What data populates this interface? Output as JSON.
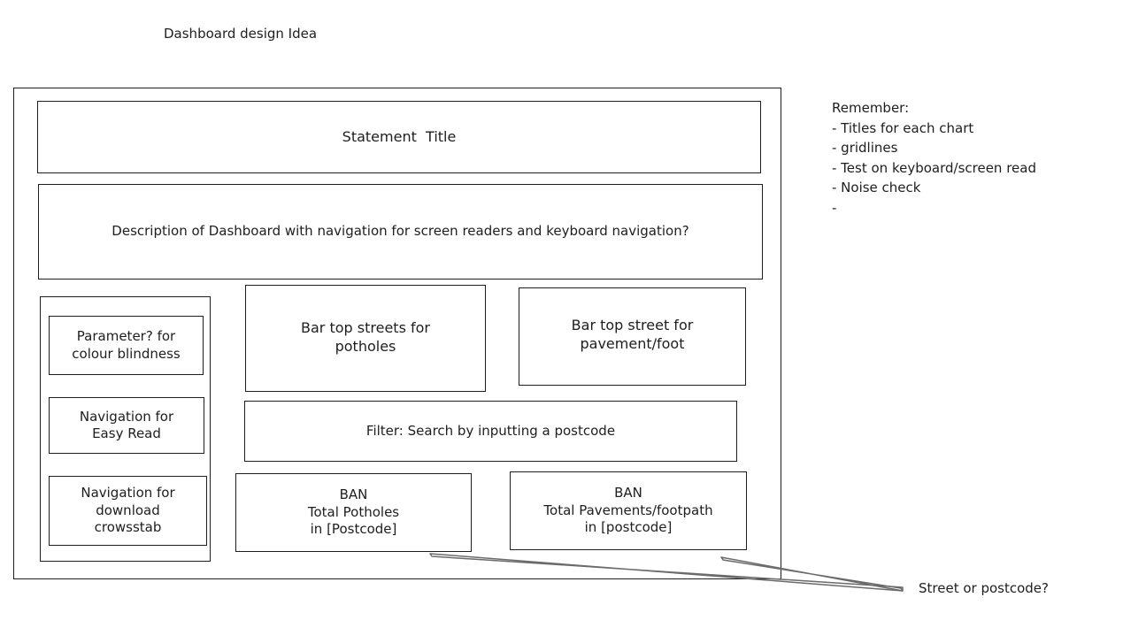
{
  "page_title": "Dashboard design Idea",
  "boxes": {
    "statement_title": "Statement  Title",
    "description": "Description of Dashboard with navigation for screen readers and keyboard navigation?",
    "parameter": [
      "Parameter? for",
      "colour blindness"
    ],
    "easy_read": [
      "Navigation for",
      "Easy Read"
    ],
    "download": [
      "Navigation for",
      "download",
      "crowsstab"
    ],
    "bar_potholes": [
      "Bar top streets for",
      "potholes"
    ],
    "bar_pavement": [
      "Bar top street for",
      "pavement/foot"
    ],
    "filter": "Filter: Search by inputting a postcode",
    "ban_potholes": [
      "BAN",
      "Total Potholes",
      "in [Postcode]"
    ],
    "ban_pavements": [
      "BAN",
      "Total Pavements/footpath",
      "in [postcode]"
    ]
  },
  "remember_note": {
    "heading": "Remember:",
    "items": [
      "- Titles for each chart",
      "- gridlines",
      "- Test on keyboard/screen read",
      "- Noise check",
      "-"
    ]
  },
  "annotation": "Street or postcode?",
  "colors": {
    "stroke": "#1e1e1e",
    "connector": "#6b6b6b",
    "background": "#ffffff"
  }
}
